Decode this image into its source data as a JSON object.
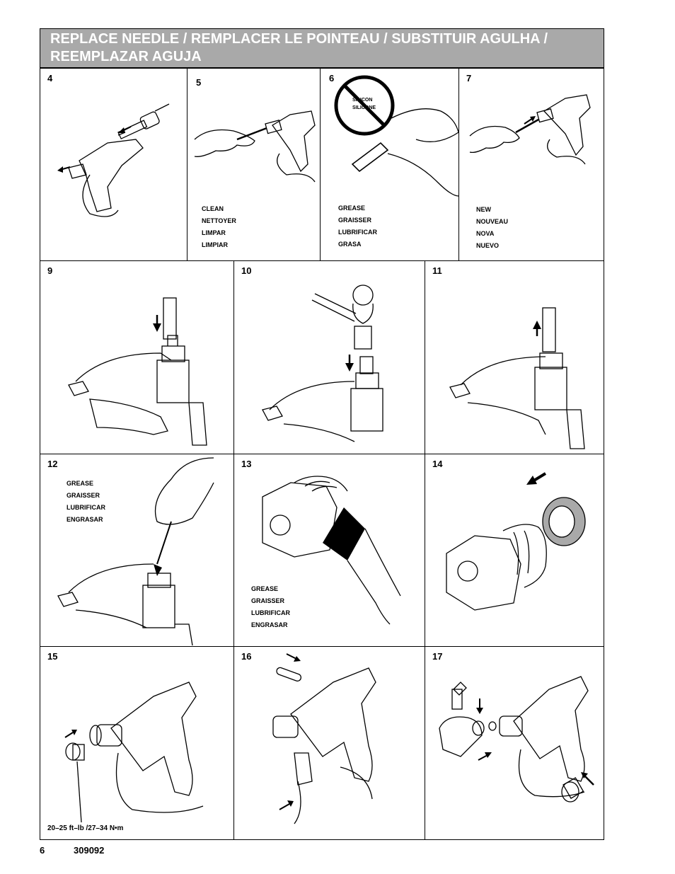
{
  "header": {
    "title": "REPLACE NEEDLE / REMPLACER LE POINTEAU / SUBSTITUIR AGULHA / REEMPLAZAR AGUJA"
  },
  "steps": {
    "s4": {
      "num": "4"
    },
    "s5": {
      "num": "5",
      "labels": [
        "CLEAN",
        "NETTOYER",
        "LIMPAR",
        "LIMPIAR"
      ]
    },
    "s6": {
      "num": "6",
      "labels": [
        "GREASE",
        "GRAISSER",
        "LUBRIFICAR",
        "GRASA"
      ],
      "prohibit": [
        "SILICON",
        "SILICONE"
      ]
    },
    "s7": {
      "num": "7",
      "labels": [
        "NEW",
        "NOUVEAU",
        "NOVA",
        "NUEVO"
      ]
    },
    "s9": {
      "num": "9"
    },
    "s10": {
      "num": "10"
    },
    "s11": {
      "num": "11"
    },
    "s12": {
      "num": "12",
      "labels": [
        "GREASE",
        "GRAISSER",
        "LUBRIFICAR",
        "ENGRASAR"
      ]
    },
    "s13": {
      "num": "13",
      "labels": [
        "GREASE",
        "GRAISSER",
        "LUBRIFICAR",
        "ENGRASAR"
      ]
    },
    "s14": {
      "num": "14"
    },
    "s15": {
      "num": "15",
      "torque": "20–25 ft–lb /27–34 N•m"
    },
    "s16": {
      "num": "16"
    },
    "s17": {
      "num": "17"
    }
  },
  "footer": {
    "page": "6",
    "doc": "309092"
  },
  "icons": {
    "gun": "spray-gun-icon",
    "hand": "hand-icon",
    "arrow": "arrow-icon",
    "hammer": "hammer-icon",
    "tube": "tube-icon",
    "brush": "brush-icon",
    "nut": "fitting-nut-icon",
    "ring": "seal-ring-icon",
    "tip": "spray-tip-icon",
    "prohibit": "prohibited-icon"
  }
}
